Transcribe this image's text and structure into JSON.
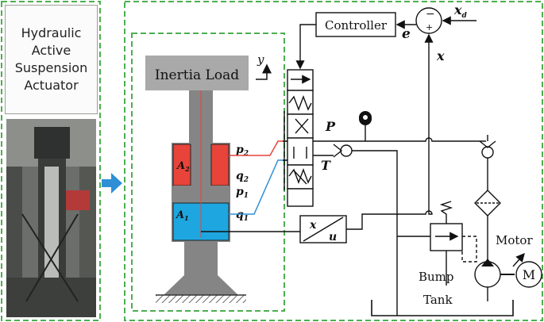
{
  "left_panel": {
    "title_lines": [
      "Hydraulic",
      "Active",
      "Suspension",
      "Actuator"
    ]
  },
  "diagram": {
    "inertia_load": "Inertia Load",
    "axis_y": "y",
    "controller": "Controller",
    "error": "e",
    "plus": "+",
    "minus": "−",
    "xd": "x",
    "xd_sub": "d",
    "x_feedback": "x",
    "P": "P",
    "T": "T",
    "p2": "p",
    "p2_sub": "2",
    "q2": "q",
    "q2_sub": "2",
    "p1": "p",
    "p1_sub": "1",
    "q1": "q",
    "q1_sub": "1",
    "A2": "A",
    "A2_sub": "2",
    "A1": "A",
    "A1_sub": "1",
    "sensor_x": "x",
    "sensor_u": "u",
    "motor": "Motor",
    "motor_symbol": "M",
    "bump": "Bump",
    "tank": "Tank"
  },
  "colors": {
    "border_green": "#4caf50",
    "chamber_red": "#e8443a",
    "chamber_blue": "#1ea6e0",
    "rod_grey": "#858585",
    "load_grey": "#a9a9a9",
    "arrow_blue": "#2f8fd6"
  }
}
